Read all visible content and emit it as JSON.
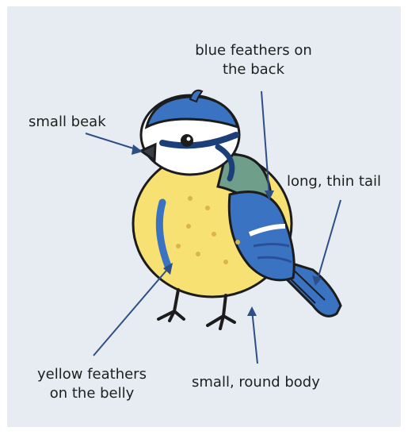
{
  "labels": {
    "back": [
      "blue feathers on",
      "the back"
    ],
    "beak": "small beak",
    "tail": "long, thin tail",
    "belly": [
      "yellow feathers",
      "on the belly"
    ],
    "body": "small, round body"
  },
  "colors": {
    "background": "#e6ecf2",
    "blue": "#3a73c2",
    "dark_blue": "#2a4f98",
    "green": "#6f9f8a",
    "yellow": "#f8e173",
    "white": "#ffffff",
    "outline": "#1c1c1c",
    "pointer": "#2e4f86"
  }
}
